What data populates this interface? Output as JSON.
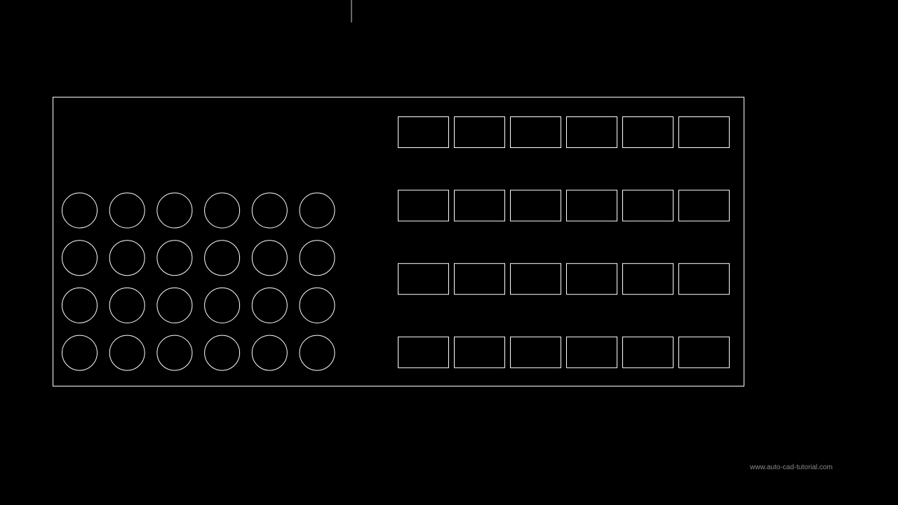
{
  "canvas": {
    "background_color": "#000000",
    "line_color": "#ffffff",
    "cursor_color": "#d0d0d0"
  },
  "drawing": {
    "circle_array": {
      "rows": 4,
      "columns": 6
    },
    "rectangle_array": {
      "rows": 4,
      "columns": 6
    }
  },
  "watermark": {
    "text": "www.auto-cad-tutorial.com",
    "color": "#8a8a8a"
  }
}
